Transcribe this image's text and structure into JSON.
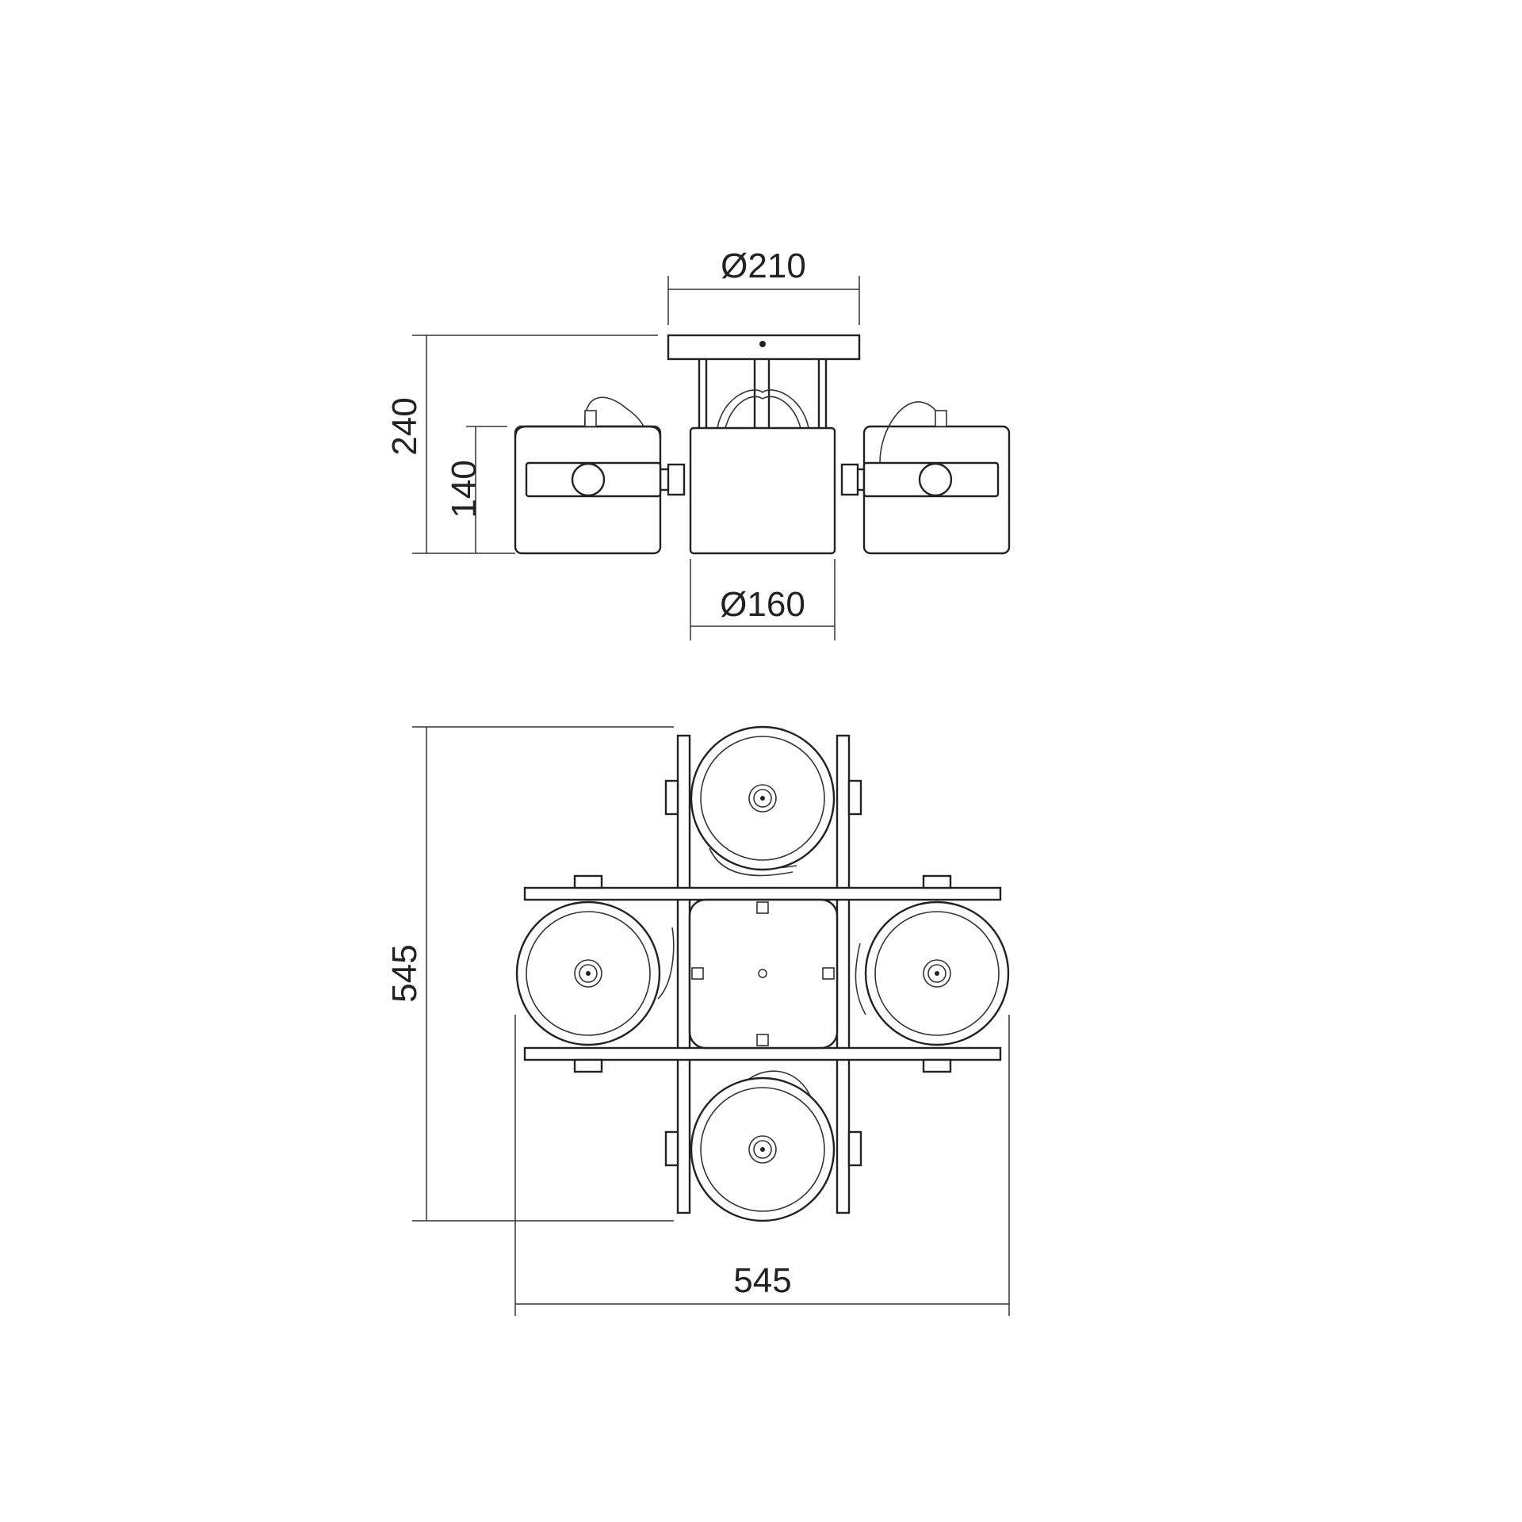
{
  "drawing": {
    "side_view": {
      "canopy_diameter": "Ø210",
      "body_diameter": "Ø160",
      "total_height": "240",
      "shade_height": "140"
    },
    "top_view": {
      "width": "545",
      "depth": "545"
    }
  }
}
